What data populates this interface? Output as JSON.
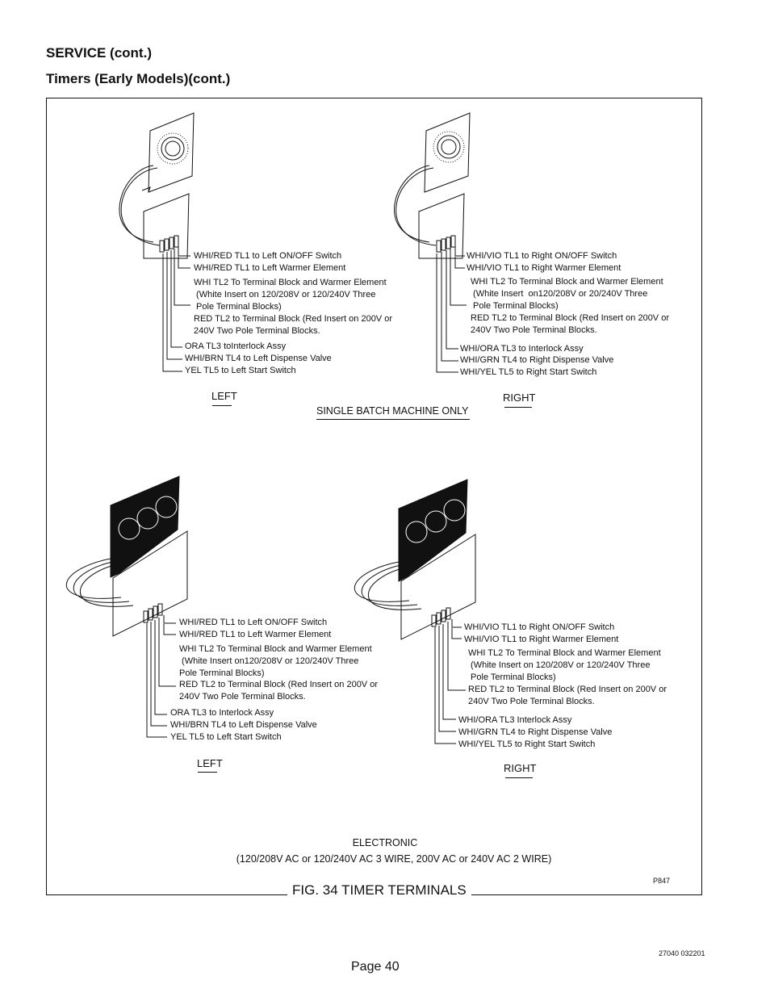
{
  "heading": {
    "section": "SERVICE (cont.)",
    "subsection": "Timers (Early Models)(cont.)"
  },
  "figure": {
    "caption": "FIG. 34 TIMER TERMINALS",
    "code": "P847",
    "single_batch_note": "SINGLE BATCH MACHINE ONLY",
    "electronic_title": "ELECTRONIC",
    "electronic_voltage": "(120/208V AC or 120/240V AC 3 WIRE, 200V AC or 240V AC 2 WIRE)",
    "top_left": {
      "side": "LEFT",
      "lines": [
        "WHI/RED TL1 to Left ON/OFF Switch",
        "WHI/RED TL1 to Left Warmer Element",
        "WHI TL2 To Terminal Block and Warmer Element",
        " (White Insert on 120/208V or 120/240V Three",
        " Pole Terminal Blocks)",
        "RED TL2 to Terminal Block (Red Insert on 200V or",
        "240V Two Pole Terminal Blocks.",
        "ORA TL3 toInterlock Assy",
        "WHI/BRN TL4 to Left  Dispense Valve",
        "YEL TL5 to Left  Start Switch"
      ]
    },
    "top_right": {
      "side": "RIGHT",
      "lines": [
        "WHI/VIO TL1 to Right ON/OFF Switch",
        "WHI/VIO TL1 to Right Warmer Element",
        "WHI TL2 To Terminal Block and Warmer Element",
        " (White Insert  on120/208V or 20/240V Three",
        " Pole Terminal Blocks)",
        "RED TL2 to Terminal Block (Red Insert on 200V or",
        "240V Two Pole Terminal Blocks.",
        "WHI/ORA TL3 to Interlock Assy",
        "WHI/GRN TL4 to Right  Dispense Valve",
        "WHI/YEL TL5 to Right  Start Switch"
      ]
    },
    "bottom_left": {
      "side": "LEFT",
      "lines": [
        "WHI/RED TL1 to Left ON/OFF Switch",
        "WHI/RED TL1 to Left Warmer Element",
        "WHI TL2 To Terminal Block and Warmer Element",
        " (White Insert on120/208V or 120/240V Three",
        "Pole Terminal Blocks)",
        "RED TL2 to Terminal Block (Red Insert on 200V or",
        "240V Two Pole Terminal Blocks.",
        "ORA TL3 to Interlock Assy",
        "WHI/BRN TL4 to Left  Dispense Valve",
        "YEL TL5 to Left  Start Switch"
      ]
    },
    "bottom_right": {
      "side": "RIGHT",
      "lines": [
        "WHI/VIO TL1 to Right ON/OFF Switch",
        "WHI/VIO TL1 to Right Warmer Element",
        "WHI TL2 To Terminal Block and Warmer Element",
        " (White Insert on 120/208V or 120/240V Three",
        " Pole Terminal Blocks)",
        "RED TL2 to Terminal Block (Red Insert on 200V or",
        "240V Two Pole Terminal Blocks.",
        "WHI/ORA TL3 Interlock Assy",
        "WHI/GRN TL4 to Right  Dispense Valve",
        "WHI/YEL TL5 to Right  Start Switch"
      ]
    }
  },
  "footer": {
    "doc_code": "27040 032201",
    "page": "Page 40"
  }
}
